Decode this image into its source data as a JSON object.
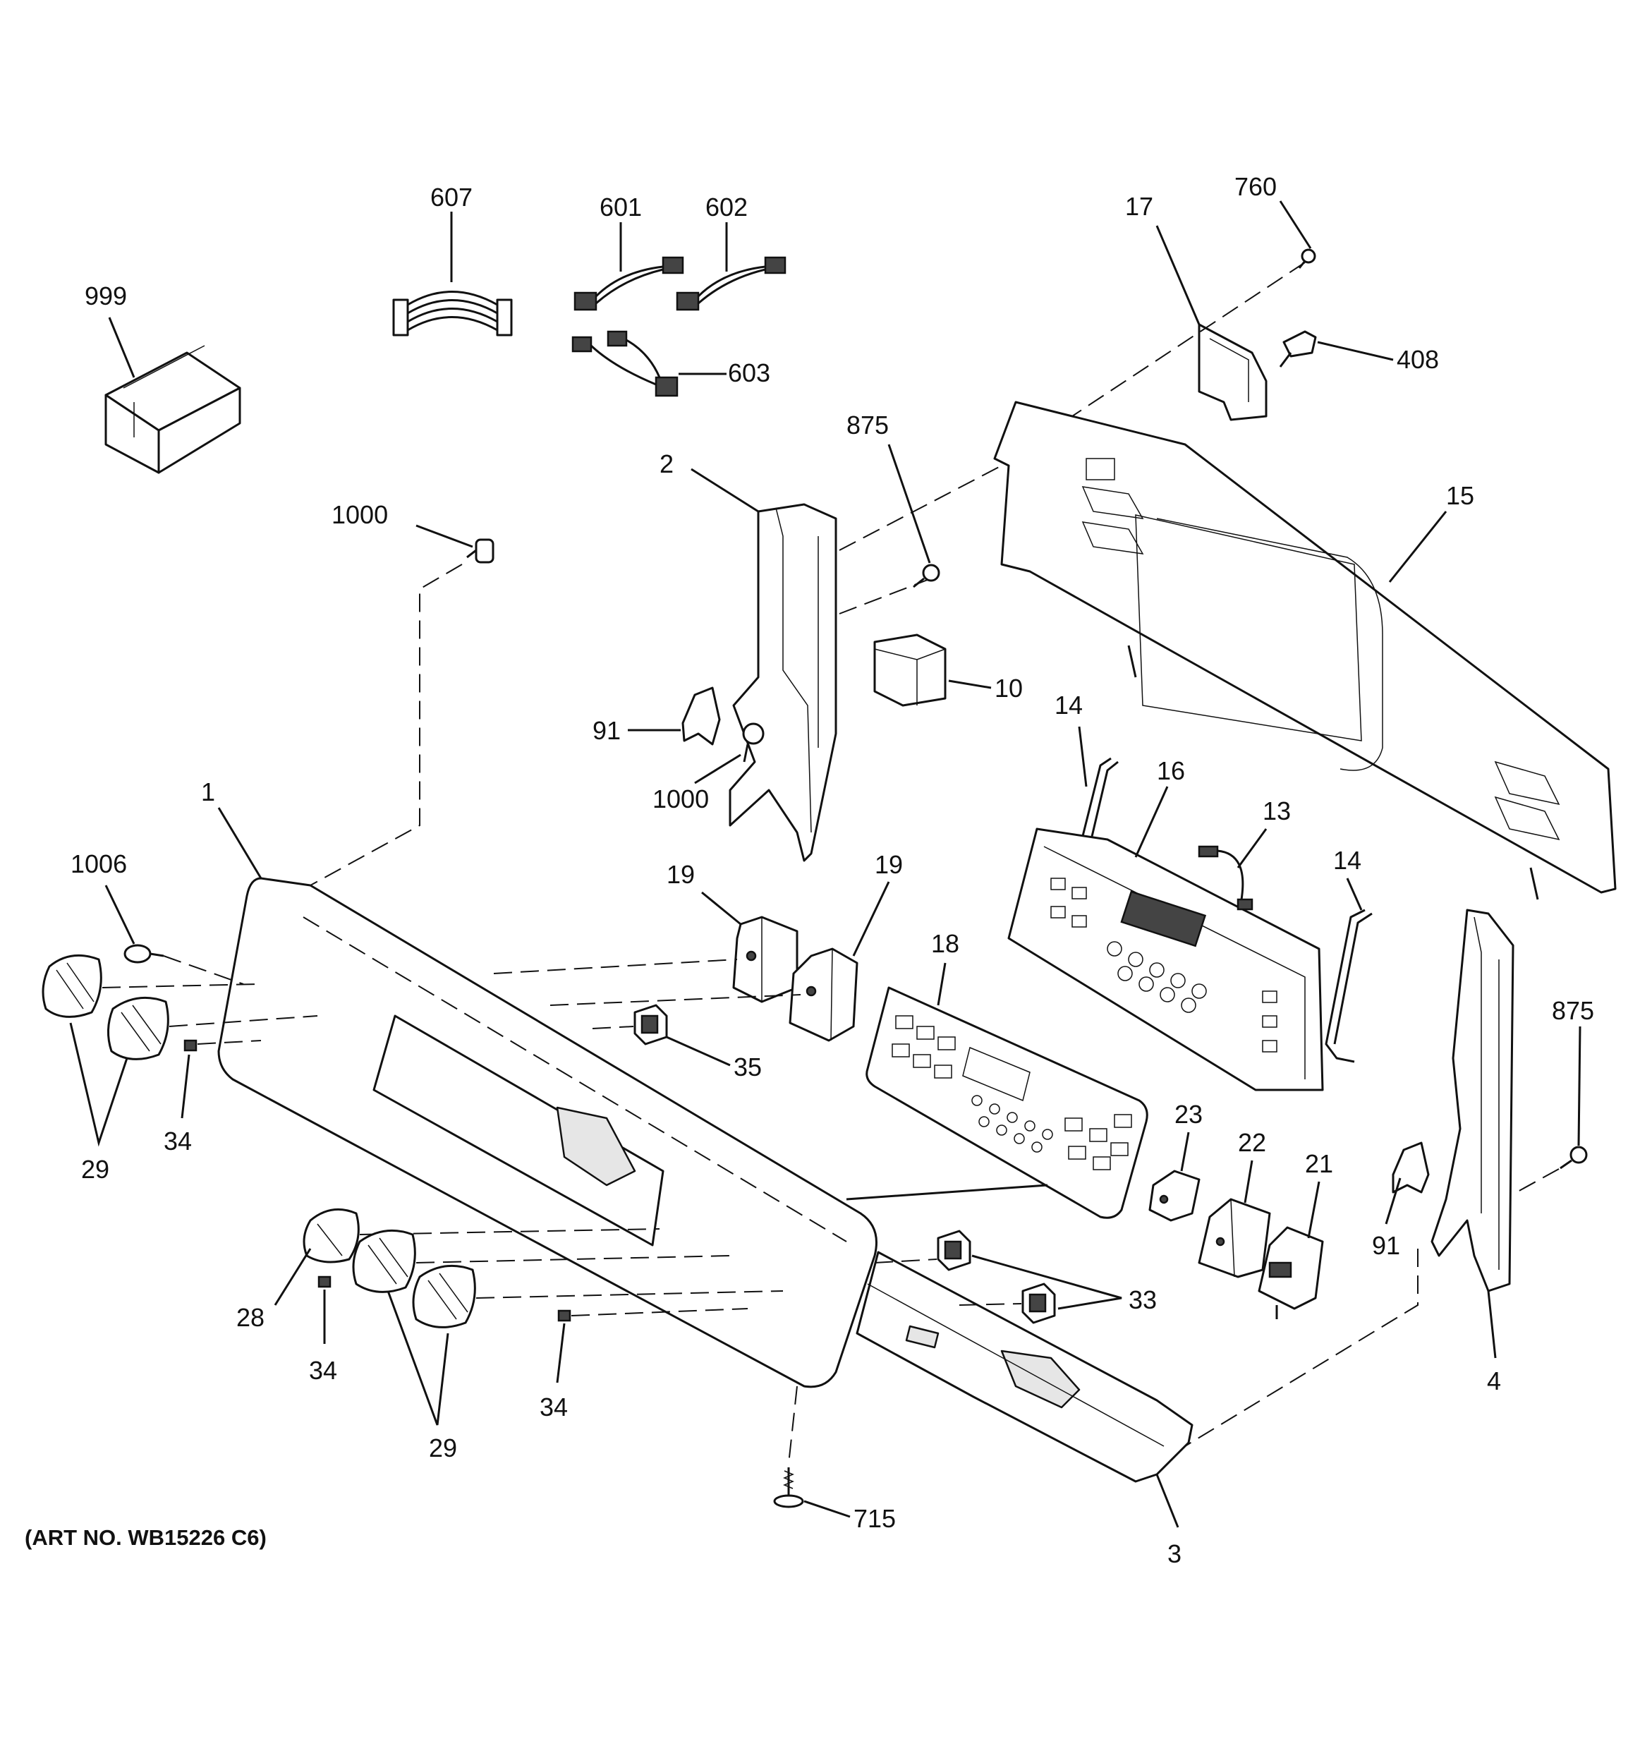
{
  "callouts": {
    "c999": "999",
    "c607": "607",
    "c601": "601",
    "c602": "602",
    "c603": "603",
    "c17": "17",
    "c760": "760",
    "c408": "408",
    "c875_top": "875",
    "c2": "2",
    "c15": "15",
    "c1000_top": "1000",
    "c10": "10",
    "c91_left": "91",
    "c1000_mid": "1000",
    "c14_left": "14",
    "c16": "16",
    "c13": "13",
    "c14_right": "14",
    "c1": "1",
    "c1006": "1006",
    "c19_left": "19",
    "c19_right": "19",
    "c18": "18",
    "c35": "35",
    "c875_right": "875",
    "c23": "23",
    "c22": "22",
    "c21": "21",
    "c91_right": "91",
    "c34_left": "34",
    "c29_left": "29",
    "c28": "28",
    "c34_mid": "34",
    "c29_mid": "29",
    "c34_low": "34",
    "c33": "33",
    "c4": "4",
    "c715": "715",
    "c3": "3"
  },
  "art_number": "(ART NO. WB15226 C6)"
}
